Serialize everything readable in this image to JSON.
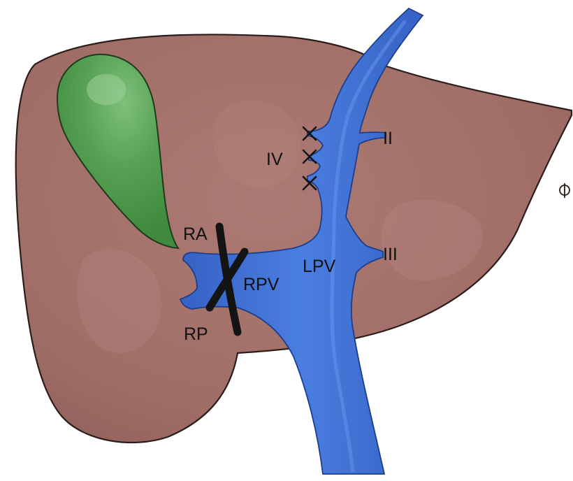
{
  "colors": {
    "background": "#ffffff",
    "liver": "#a3706a",
    "liver_outline": "#2a1d1b",
    "gallbladder": "#4d944b",
    "portal_vein": "#3d6fd1",
    "ligation_marks": "#141414",
    "label_text": "#111111"
  },
  "labels": {
    "segment_iv": "IV",
    "segment_ii": "II",
    "segment_iii": "III",
    "right_anterior": "RA",
    "right_posterior": "RP",
    "right_portal_vein": "RPV",
    "left_portal_vein": "LPV"
  }
}
